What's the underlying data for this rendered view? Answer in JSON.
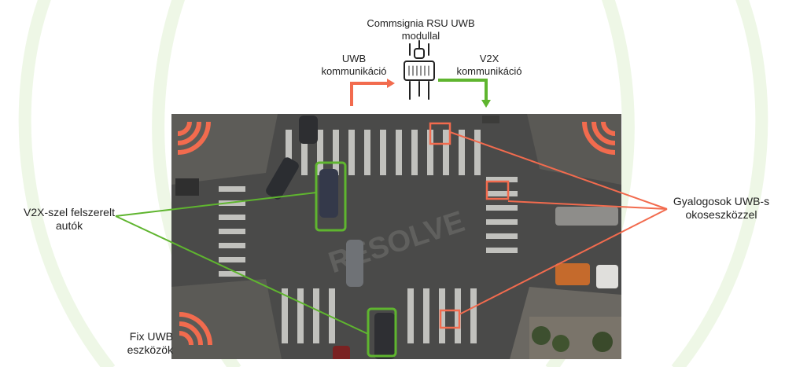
{
  "labels": {
    "rsu_module": [
      "Commsignia RSU UWB",
      "modullal"
    ],
    "uwb_comm": [
      "UWB",
      "kommunikáció"
    ],
    "v2x_comm": [
      "V2X",
      "kommunikáció"
    ],
    "v2x_cars": [
      "V2X-szel felszerelt",
      "autók"
    ],
    "pedestrians": [
      "Gyalogosok UWB-s",
      "okoseszközzel"
    ],
    "fixed_uwb": [
      "Fix UWB",
      "eszközök"
    ]
  },
  "colors": {
    "uwb": "#f26b4e",
    "v2x": "#5fb52f",
    "background_arcs": "#eef7e6",
    "road": "#4a4a49"
  },
  "icons": {
    "rsu": "rsu-device-icon",
    "uwb_anchor": "uwb-signal-icon"
  },
  "watermark": "RESOLVE"
}
